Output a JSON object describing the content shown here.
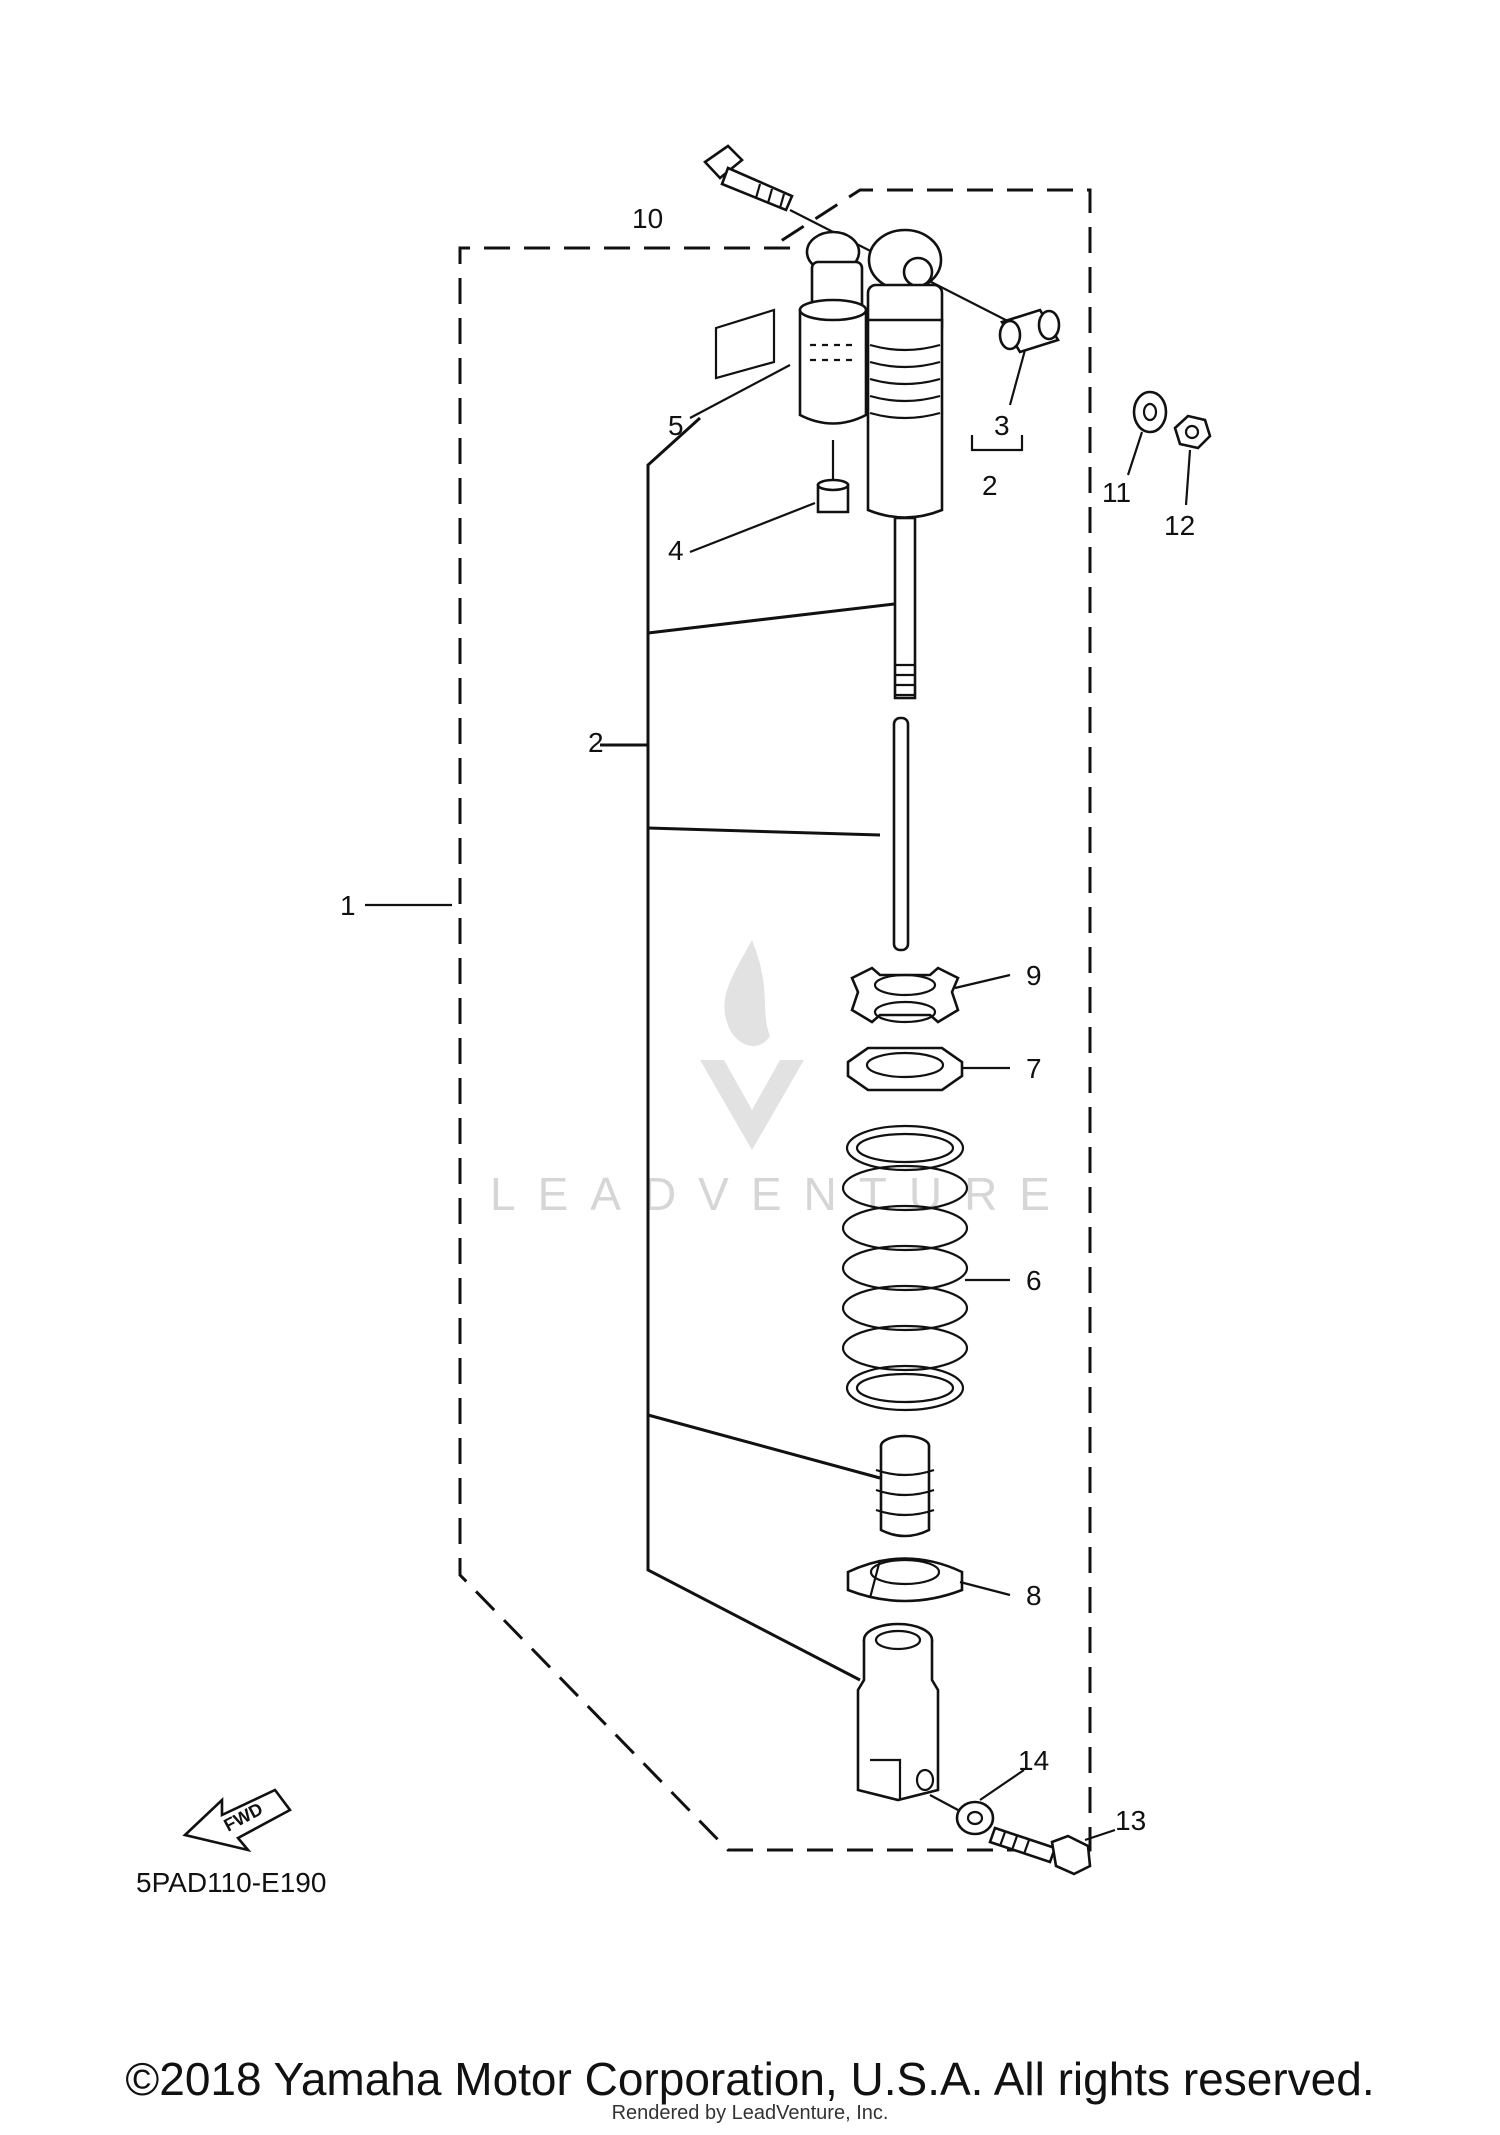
{
  "diagram_code": "5PAD110-E190",
  "fwd_label": "FWD",
  "watermark": {
    "text": "LEADVENTURE"
  },
  "callouts": {
    "c1": "1",
    "c2a": "2",
    "c2b": "2",
    "c3": "3",
    "c4": "4",
    "c5": "5",
    "c6": "6",
    "c7": "7",
    "c8": "8",
    "c9": "9",
    "c10": "10",
    "c11": "11",
    "c12": "12",
    "c13": "13",
    "c14": "14"
  },
  "footer": {
    "copyright": "©2018 Yamaha Motor Corporation, U.S.A. All rights reserved.",
    "rendered_by": "Rendered by LeadVenture, Inc."
  }
}
